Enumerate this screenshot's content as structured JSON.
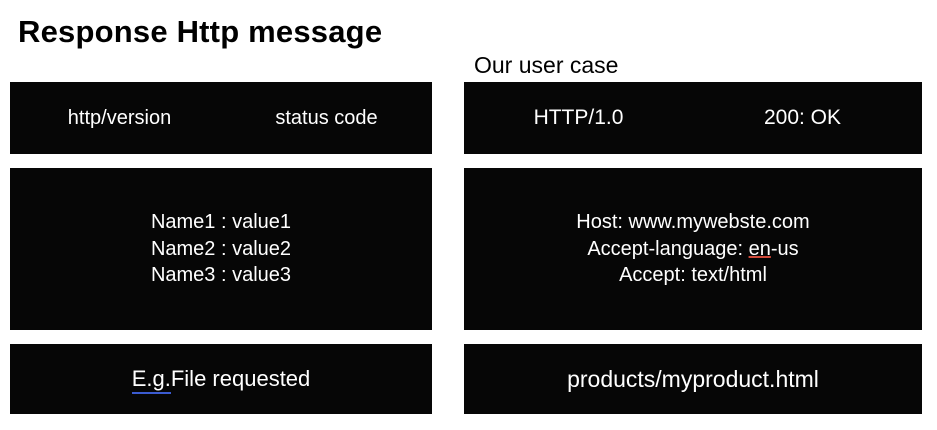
{
  "title": "Response Http message",
  "subtitle": "Our user case",
  "colors": {
    "block_bg": "#060606",
    "block_text": "#ffffff",
    "page_bg": "#ffffff",
    "spellcheck_underline": "#d04a3a",
    "link_underline": "#3b5bd0"
  },
  "generic": {
    "status_line": {
      "version_label": "http/version",
      "status_code_label": "status code"
    },
    "headers": {
      "line1": "Name1 : value1",
      "line2": "Name2 : value2",
      "line3": "Name3 : value3"
    },
    "body": {
      "prefix": "E.g.",
      "text": "File requested"
    }
  },
  "example": {
    "status_line": {
      "version": "HTTP/1.0",
      "status_code": "200: OK"
    },
    "headers": {
      "line1": "Host: www.mywebste.com",
      "line2_prefix": "Accept-language: ",
      "line2_misspelled": "en",
      "line2_suffix": "-us",
      "line3": "Accept: text/html"
    },
    "body": {
      "text": "products/myproduct.html"
    }
  }
}
